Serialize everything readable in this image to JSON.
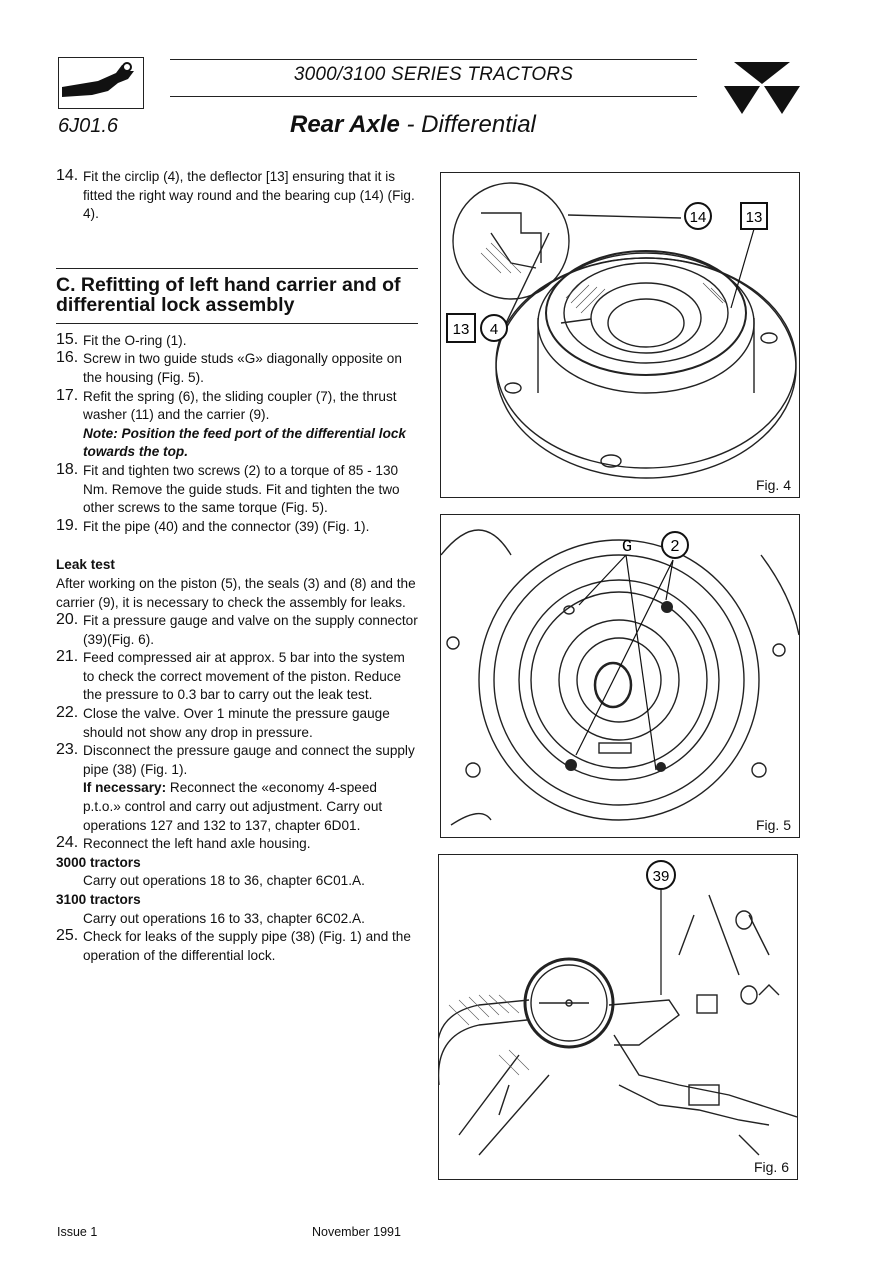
{
  "header": {
    "series": "3000/3100 SERIES TRACTORS",
    "code": "6J01.6",
    "title_bold": "Rear Axle",
    "title_rest": " - Differential"
  },
  "left": {
    "step14": {
      "num": "14.",
      "text": "Fit the circlip (4), the deflector [13] ensuring that it is fitted the right way round and the bearing cup (14) (Fig. 4)."
    },
    "section_c": "C. Refitting of left hand carrier and of differential lock assembly",
    "steps": [
      {
        "num": "15.",
        "text": "Fit the O-ring (1)."
      },
      {
        "num": "16.",
        "text": "Screw in two guide studs «G» diagonally opposite on the housing (Fig. 5)."
      },
      {
        "num": "17.",
        "text": "Refit the spring (6), the sliding coupler (7), the thrust washer (11) and the carrier (9)."
      },
      {
        "num": "18.",
        "text": "Fit and tighten two screws (2) to a torque of 85 - 130 Nm. Remove the guide studs. Fit and tighten the two other screws to the same torque (Fig. 5)."
      },
      {
        "num": "19.",
        "text": "Fit the pipe (40) and the connector (39) (Fig. 1)."
      }
    ],
    "note17": "Note: Position the feed port of the differential lock towards the top.",
    "leak_title": "Leak test",
    "leak_intro": "After working on the piston (5), the seals (3) and (8) and the carrier (9), it is necessary to check the assembly for leaks.",
    "leak_steps": [
      {
        "num": "20.",
        "text": "Fit a pressure gauge and valve on the supply connector (39)(Fig. 6)."
      },
      {
        "num": "21.",
        "text": "Feed compressed air at approx. 5 bar into the system to check the correct movement of the piston. Reduce the pressure to 0.3 bar to carry out the leak test."
      },
      {
        "num": "22.",
        "text": "Close the valve. Over 1 minute the pressure gauge should not show any drop in pressure."
      },
      {
        "num": "23.",
        "text": "Disconnect the pressure gauge and connect the supply pipe (38) (Fig. 1)."
      },
      {
        "num": "24.",
        "text": "Reconnect the left hand axle housing."
      },
      {
        "num": "25.",
        "text": "Check for leaks of the supply pipe (38) (Fig. 1) and the operation of the differential lock."
      }
    ],
    "if_necessary_label": "If necessary:",
    "if_necessary_text": " Reconnect the «economy 4-speed p.t.o.» control and carry out adjustment. Carry out operations 127 and 132 to 137, chapter 6D01.",
    "t3000": "3000 tractors",
    "t3000_text": "Carry out operations 18 to 36, chapter 6C01.A.",
    "t3100": "3100 tractors",
    "t3100_text": "Carry out operations 16 to 33, chapter 6C02.A."
  },
  "figures": {
    "fig4": {
      "label": "Fig. 4",
      "callouts": [
        "14",
        "13",
        "13",
        "4"
      ]
    },
    "fig5": {
      "label": "Fig. 5",
      "callouts": [
        "G",
        "2"
      ]
    },
    "fig6": {
      "label": "Fig. 6",
      "callouts": [
        "39"
      ]
    }
  },
  "footer": {
    "issue": "Issue 1",
    "date": "November  1991"
  }
}
